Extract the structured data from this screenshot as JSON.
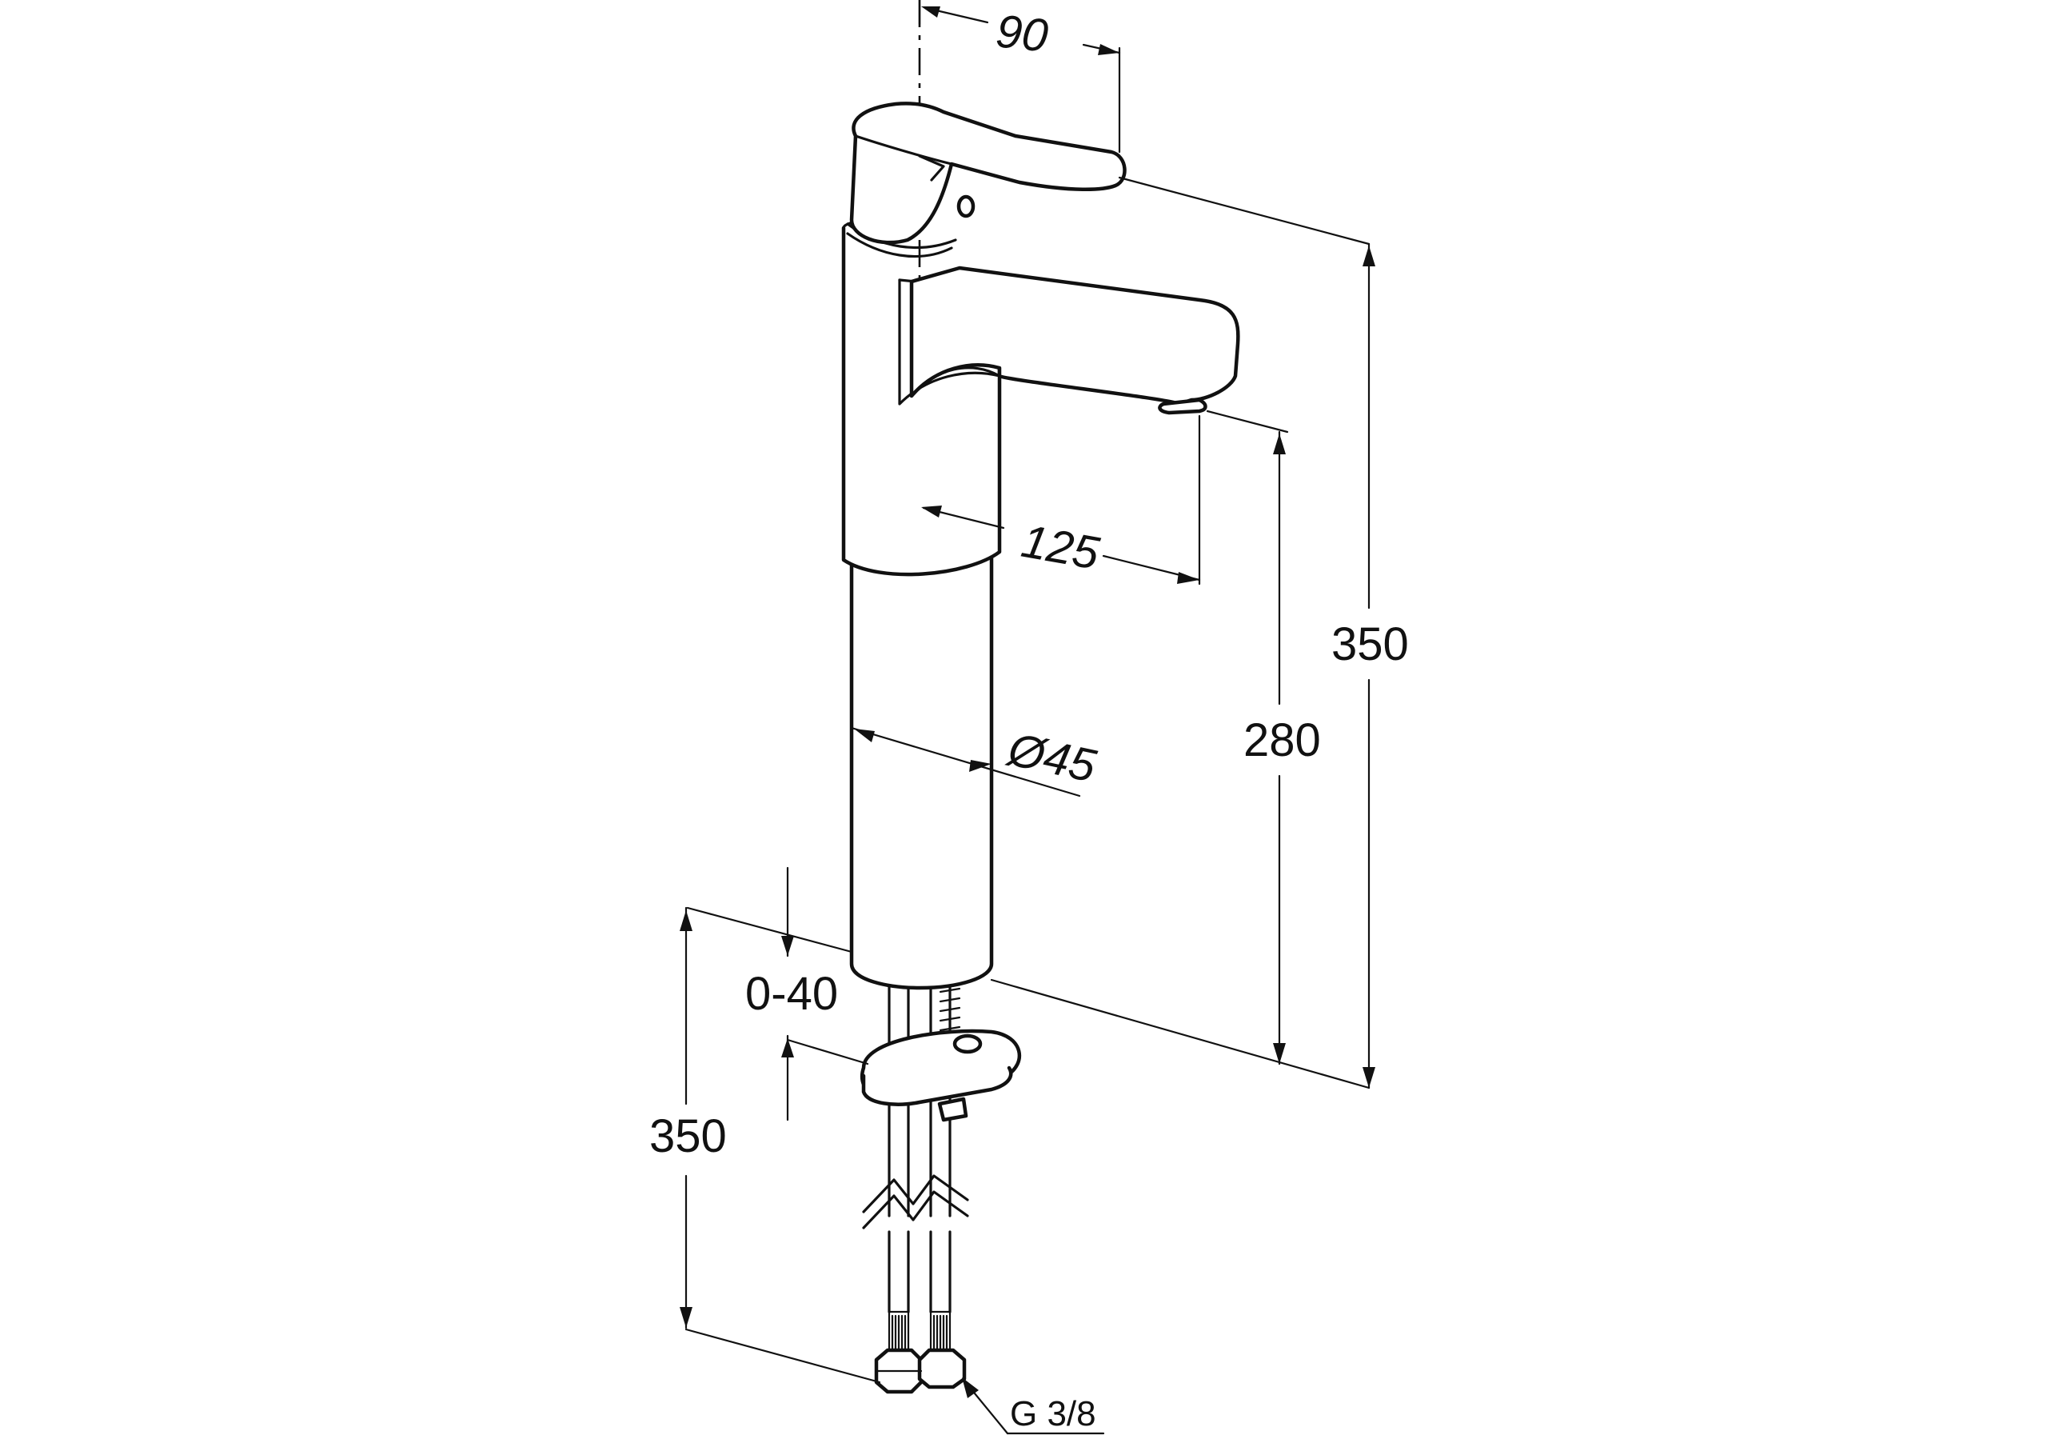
{
  "dimensions": {
    "spout_height_from_lever": "90",
    "spout_reach": "125",
    "body_diameter": "Ø45",
    "spout_outlet_height": "280",
    "total_height": "350",
    "deck_thickness": "0-40",
    "hose_length": "350",
    "connection_thread": "G 3/8"
  },
  "colors": {
    "line": "#111111",
    "background": "#ffffff"
  }
}
